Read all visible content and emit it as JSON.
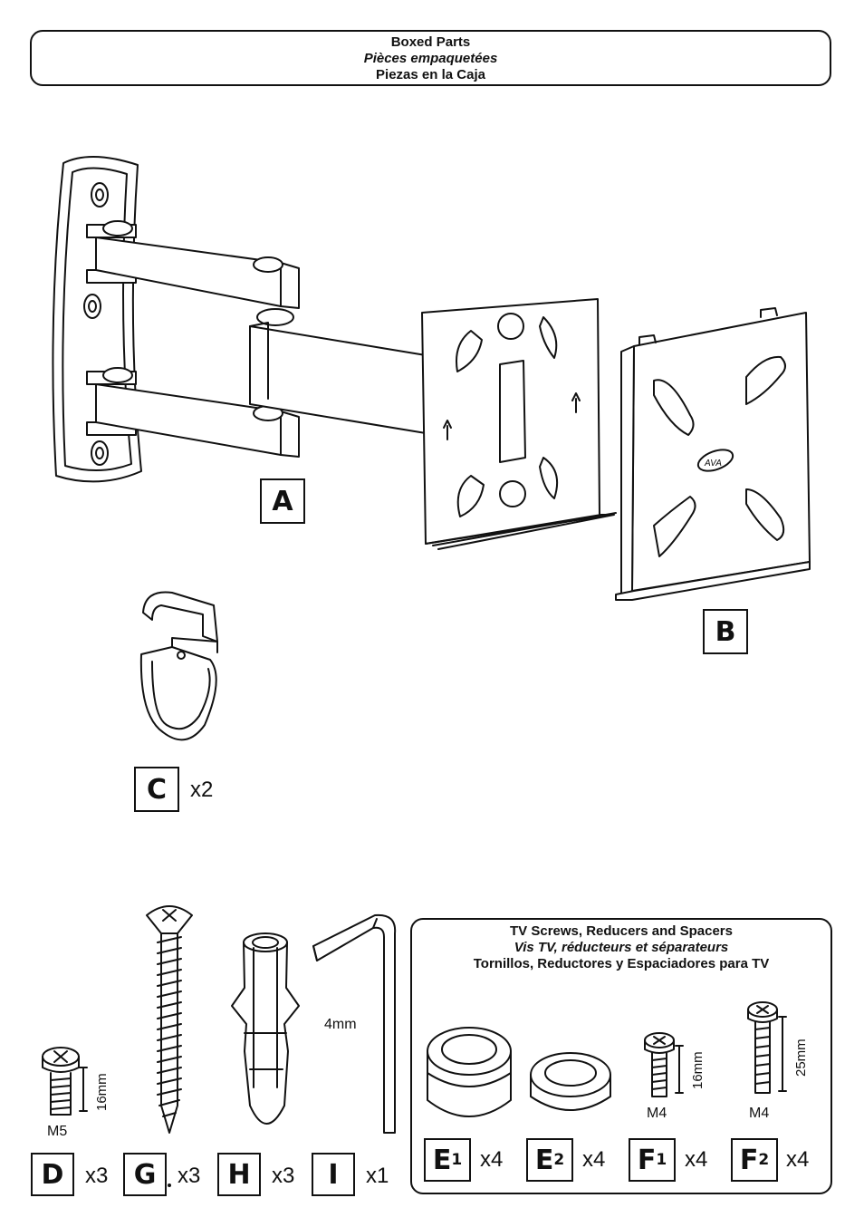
{
  "header": {
    "line_en": "Boxed Parts",
    "line_fr": "Pièces empaquetées",
    "line_es": "Piezas en la Caja"
  },
  "parts": {
    "A": {
      "label": "A"
    },
    "B": {
      "label": "B"
    },
    "C": {
      "label": "C",
      "qty": "x2"
    },
    "D": {
      "label": "D",
      "qty": "x3",
      "size": "M5",
      "length": "16mm"
    },
    "G": {
      "label": "G",
      "qty": "x3"
    },
    "H": {
      "label": "H",
      "qty": "x3"
    },
    "I": {
      "label": "I",
      "qty": "x1",
      "size": "4mm"
    },
    "E1": {
      "letter": "E",
      "sub": "1",
      "qty": "x4"
    },
    "E2": {
      "letter": "E",
      "sub": "2",
      "qty": "x4"
    },
    "F1": {
      "letter": "F",
      "sub": "1",
      "qty": "x4",
      "size": "M4",
      "length": "16mm"
    },
    "F2": {
      "letter": "F",
      "sub": "2",
      "qty": "x4",
      "size": "M4",
      "length": "25mm"
    }
  },
  "tv_box": {
    "line_en": "TV Screws, Reducers and Spacers",
    "line_fr": "Vis TV, réducteurs et séparateurs",
    "line_es": "Tornillos, Reductores y Espaciadores para TV"
  }
}
